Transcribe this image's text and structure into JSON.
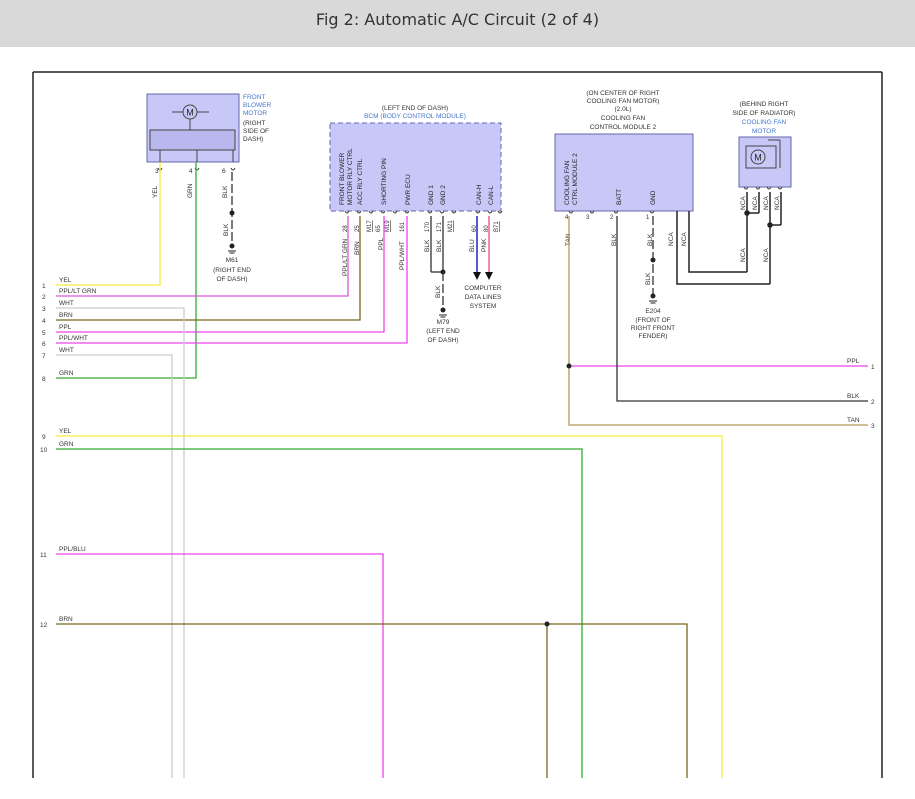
{
  "title": "Fig 2: Automatic A/C Circuit (2 of 4)",
  "colors": {
    "frame": "#222222",
    "component_fill": "#c8c8f8",
    "component_stroke": "#6666aa",
    "label_blue": "#4477cc",
    "YEL": "#f2ee3c",
    "GRN": "#33aa33",
    "BLK": "#333333",
    "PPL": "#ee44ee",
    "WHT": "#cccccc",
    "BRN": "#7a6620",
    "TAN": "#b39a5a",
    "BLU": "#2222cc",
    "PNK": "#ee6688"
  },
  "components": {
    "blower": {
      "name": [
        "FRONT",
        "BLOWER",
        "MOTOR"
      ],
      "location": [
        "(RIGHT",
        "SIDE OF",
        "DASH)"
      ],
      "motor_symbol": "M",
      "pins": [
        "3",
        "4",
        "6"
      ],
      "wires": [
        "YEL",
        "GRN",
        "BLK"
      ]
    },
    "bcm": {
      "location": "(LEFT END OF DASH)",
      "name": "BCM (BODY CONTROL MODULE)",
      "pins": [
        {
          "num": "28",
          "label": [
            "FRONT BLOWER",
            "MOTOR RLY CTRL"
          ],
          "wire": "PPL/LT GRN"
        },
        {
          "num": "25",
          "label": [
            "ACC RLY CTRL"
          ],
          "wire": "BRN"
        },
        {
          "num": "M17",
          "label": [],
          "wire": ""
        },
        {
          "num": "65",
          "label": [
            "SHORTING PIN"
          ],
          "wire": "PPL"
        },
        {
          "num": "M19",
          "label": [],
          "wire": ""
        },
        {
          "num": "161",
          "label": [
            "PWR ECU"
          ],
          "wire": "PPL/WHT"
        },
        {
          "num": "170",
          "label": [
            "GND 1"
          ],
          "wire": "BLK"
        },
        {
          "num": "171",
          "label": [
            "GND 2"
          ],
          "wire": "BLK"
        },
        {
          "num": "M21",
          "label": [],
          "wire": ""
        },
        {
          "num": "60",
          "label": [
            "CAN-H"
          ],
          "wire": "BLU"
        },
        {
          "num": "80",
          "label": [
            "CAN-L"
          ],
          "wire": "PNK"
        },
        {
          "num": "B71",
          "label": [],
          "wire": ""
        }
      ],
      "data_lines": [
        "COMPUTER",
        "DATA LINES",
        "SYSTEM"
      ]
    },
    "cfcm": {
      "location": [
        "(ON CENTER OF RIGHT",
        "COOLING FAN MOTOR)",
        "(2.0L)"
      ],
      "name": [
        "COOLING FAN",
        "CONTROL MODULE 2"
      ],
      "pins": [
        {
          "num": "4",
          "label": [
            "COOLING FAN",
            "CTRL MODULE 2"
          ],
          "wire": "TAN"
        },
        {
          "num": "3",
          "label": [],
          "wire": ""
        },
        {
          "num": "2",
          "label": [
            "BATT"
          ],
          "wire": "BLK"
        },
        {
          "num": "1",
          "label": [
            "GND"
          ],
          "wire": "BLK"
        }
      ],
      "nca": [
        "NCA",
        "NCA"
      ]
    },
    "fan": {
      "location": [
        "(BEHIND RIGHT",
        "SIDE OF RADIATOR)"
      ],
      "name": [
        "COOLING FAN",
        "MOTOR"
      ],
      "motor_symbol": "M",
      "nca": [
        "NCA",
        "NCA",
        "NCA",
        "NCA"
      ],
      "nca_lower": [
        "NCA",
        "NCA"
      ]
    }
  },
  "grounds": {
    "m61": {
      "wire": "BLK",
      "name": "M61",
      "location": [
        "(RIGHT END",
        "OF DASH)"
      ]
    },
    "m79": {
      "wire": "BLK",
      "name": "M79",
      "location": [
        "(LEFT END",
        "OF DASH)"
      ]
    },
    "e204": {
      "wire": "BLK",
      "name": "E204",
      "location": [
        "(FRONT OF",
        "RIGHT FRONT",
        "FENDER)"
      ]
    }
  },
  "left_wires": [
    {
      "num": "1",
      "color": "YEL"
    },
    {
      "num": "2",
      "color": "PPL/LT GRN"
    },
    {
      "num": "3",
      "color": "WHT"
    },
    {
      "num": "4",
      "color": "BRN"
    },
    {
      "num": "5",
      "color": "PPL"
    },
    {
      "num": "6",
      "color": "PPL/WHT"
    },
    {
      "num": "7",
      "color": "WHT"
    },
    {
      "num": "8",
      "color": "GRN"
    },
    {
      "num": "9",
      "color": "YEL"
    },
    {
      "num": "10",
      "color": "GRN"
    },
    {
      "num": "11",
      "color": "PPL/BLU"
    },
    {
      "num": "12",
      "color": "BRN"
    }
  ],
  "right_wires": [
    {
      "num": "1",
      "color": "PPL"
    },
    {
      "num": "2",
      "color": "BLK"
    },
    {
      "num": "3",
      "color": "TAN"
    }
  ]
}
